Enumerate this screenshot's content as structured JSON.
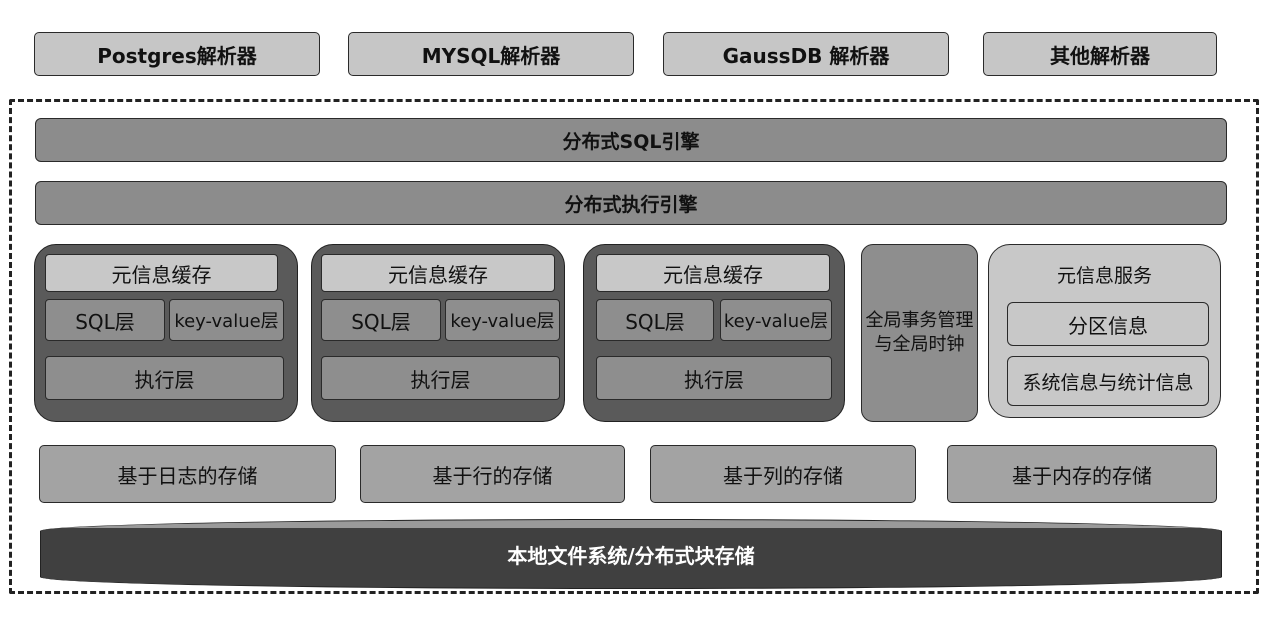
{
  "parsers": [
    "Postgres解析器",
    "MYSQL解析器",
    "GaussDB 解析器",
    "其他解析器"
  ],
  "engines": {
    "sql": "分布式SQL引擎",
    "exec": "分布式执行引擎"
  },
  "node": {
    "cache": "元信息缓存",
    "sql": "SQL层",
    "kv": "key-value层",
    "exec": "执行层"
  },
  "txn": {
    "line1": "全局事务管理",
    "line2": "与全局时钟"
  },
  "meta_service": {
    "title": "元信息服务",
    "partition": "分区信息",
    "stats": "系统信息与统计信息"
  },
  "storages": [
    "基于日志的存储",
    "基于行的存储",
    "基于列的存储",
    "基于内存的存储"
  ],
  "disk": "本地文件系统/分布式块存储",
  "colors": {
    "light": "#c8c8c8",
    "mid": "#8e8e8e",
    "dark": "#5a5a5a",
    "darkest": "#404040"
  }
}
